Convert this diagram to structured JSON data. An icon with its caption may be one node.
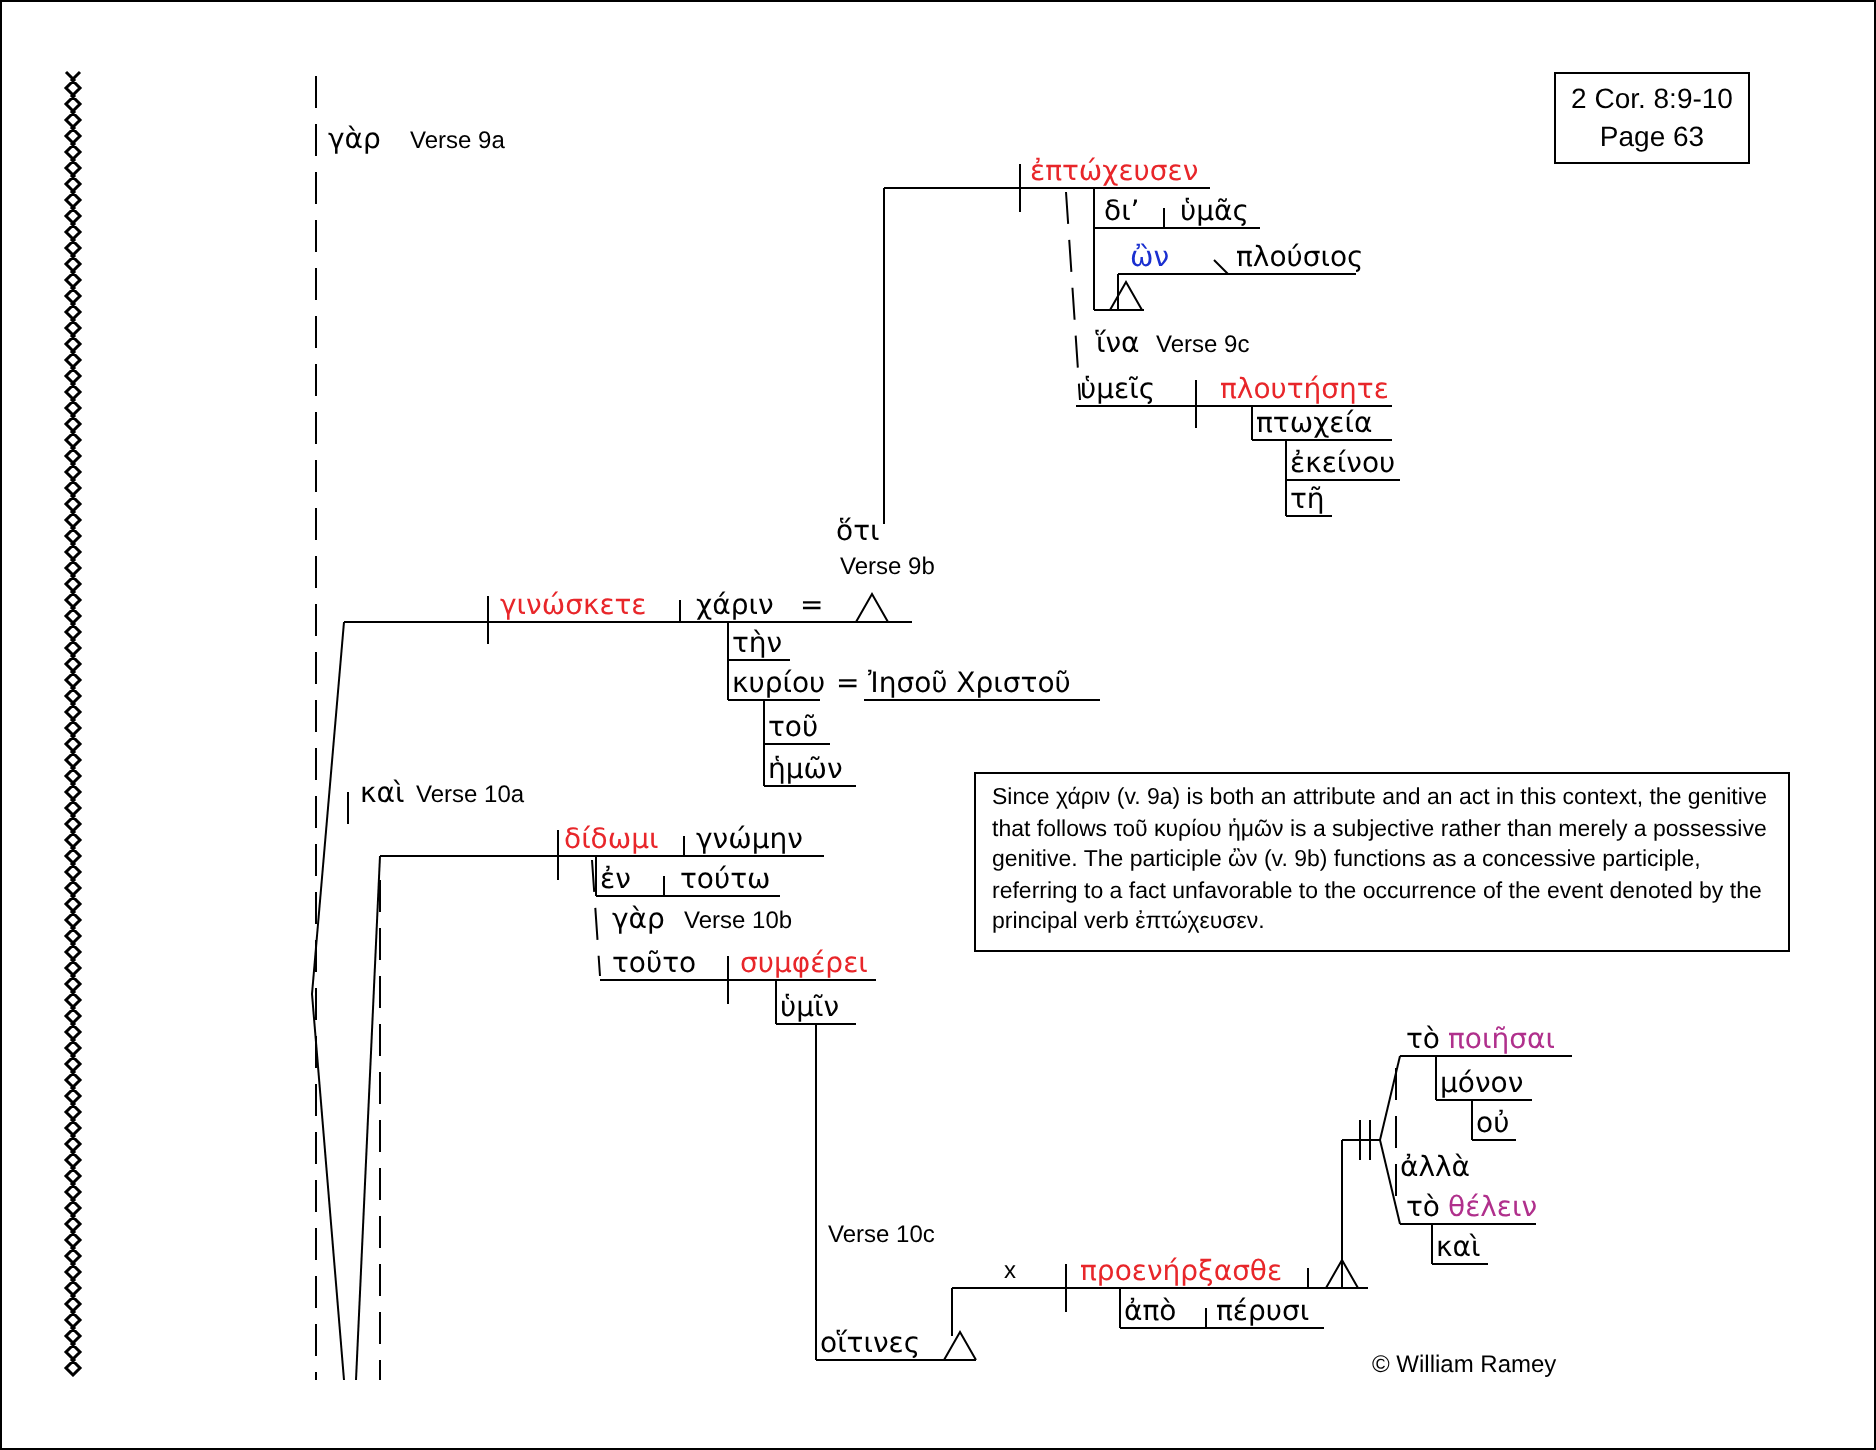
{
  "diagram": {
    "nodes": [
      {
        "text": [
          "2 Cor. 8:9-10",
          "Page 63"
        ]
      },
      {
        "text": [
          "Since χάριν (v. 9a) is both an attribute and an act in this context, the genitive that follows τοῦ κυρίου ἡμῶν is a subjective rather than merely a possessive genitive. The participle ὢν (v. 9b) functions as a concessive participle, referring to a fact unfavorable to the occurrence of the event denoted by the principal verb ἐπτώχευσεν."
        ]
      }
    ],
    "labels": [
      "γὰρ",
      "Verse 9a",
      "ἐπτώχευσεν",
      "δι’",
      "ὑμᾶς",
      "ὢν",
      "πλούσιος",
      "ἵνα",
      "Verse 9c",
      "ὑμεῖς",
      "πλουτήσητε",
      "πτωχεία",
      "ἐκείνου",
      "τῆ",
      "ὅτι",
      "Verse 9b",
      "γινώσκετε",
      "χάριν",
      "=",
      "τὴν",
      "κυρίου",
      "=",
      "Ἰησοῦ Χριστοῦ",
      "τοῦ",
      "ἡμῶν",
      "καὶ",
      "Verse 10a",
      "δίδωμι",
      "γνώμην",
      "ἐν",
      "τούτω",
      "γὰρ",
      "Verse 10b",
      "τοῦτο",
      "συμφέρει",
      "ὑμῖν",
      "Verse 10c",
      "οἵτινες",
      "x",
      "προενήρξασθε",
      "ἀπὸ",
      "πέρυσι",
      "τὸ",
      "ποιῆσαι",
      "μόνον",
      "οὐ",
      "ἀλλὰ",
      "τὸ",
      "θέλειν",
      "καὶ",
      "© William Ramey"
    ]
  }
}
